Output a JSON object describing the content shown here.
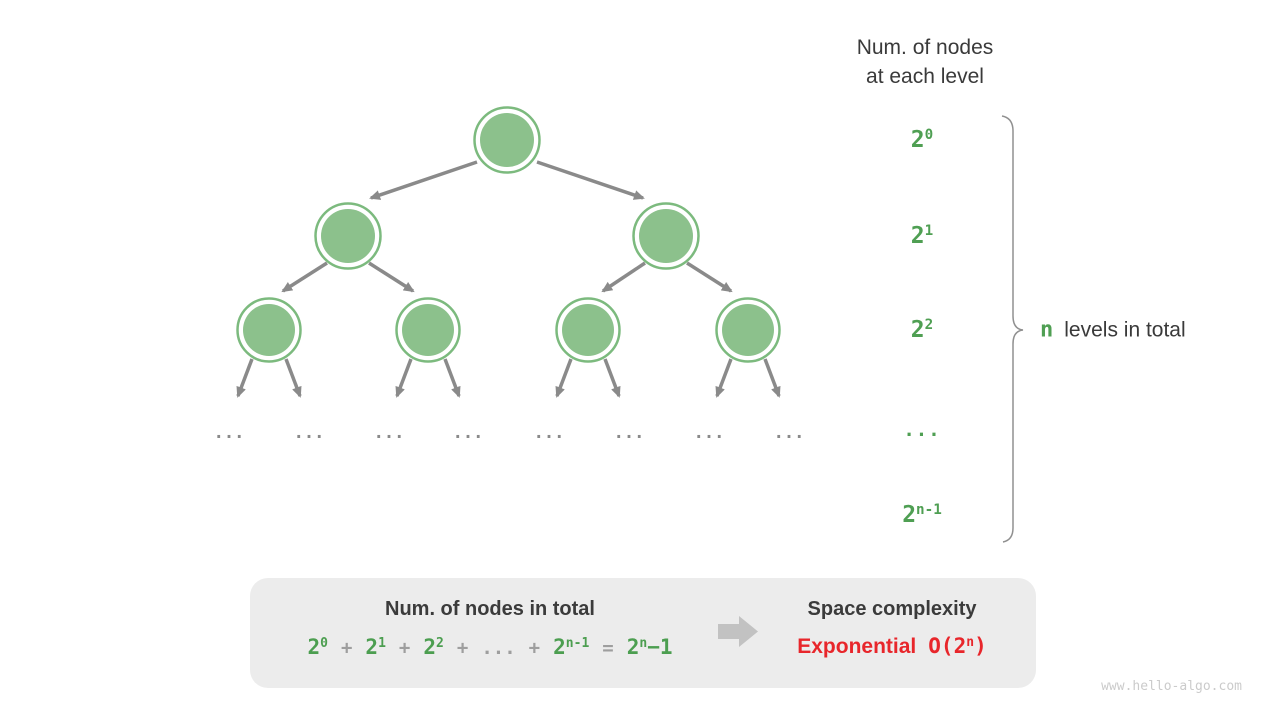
{
  "right_panel": {
    "header_line1": "Num. of nodes",
    "header_line2": "at each level",
    "levels": [
      {
        "base": "2",
        "sup": "0"
      },
      {
        "base": "2",
        "sup": "1"
      },
      {
        "base": "2",
        "sup": "2"
      },
      {
        "ellipsis": "..."
      },
      {
        "base": "2",
        "sup": "n-1"
      }
    ],
    "brace_label_n": "n",
    "brace_label_text": "levels in total"
  },
  "tree": {
    "ellipsis": "..."
  },
  "bottom_box": {
    "left_title": "Num. of nodes in total",
    "formula": [
      {
        "base": "2",
        "sup": "0"
      },
      {
        "op": "+"
      },
      {
        "base": "2",
        "sup": "1"
      },
      {
        "op": "+"
      },
      {
        "base": "2",
        "sup": "2"
      },
      {
        "op": "+"
      },
      {
        "op": "..."
      },
      {
        "op": "+"
      },
      {
        "base": "2",
        "sup": "n-1"
      },
      {
        "op": "="
      },
      {
        "base": "2",
        "sup": "n",
        "tail": "−1"
      }
    ],
    "right_title": "Space complexity",
    "complexity_word": "Exponential",
    "complexity_o": {
      "pre": "O(",
      "base": "2",
      "sup": "n",
      "post": ")"
    }
  },
  "watermark": "www.hello-algo.com",
  "colors": {
    "node_green": "#8cc18c",
    "node_ring_green": "#7cba7e",
    "label_green": "#4f9f53",
    "edge_gray": "#8a8a8a",
    "dark_text": "#3b3b3b",
    "operator_gray": "#9e9e9e",
    "complexity_red": "#e8262b",
    "box_bg": "#ececec",
    "block_arrow_gray": "#c2c2c2",
    "watermark_gray": "#cbcbcb"
  }
}
